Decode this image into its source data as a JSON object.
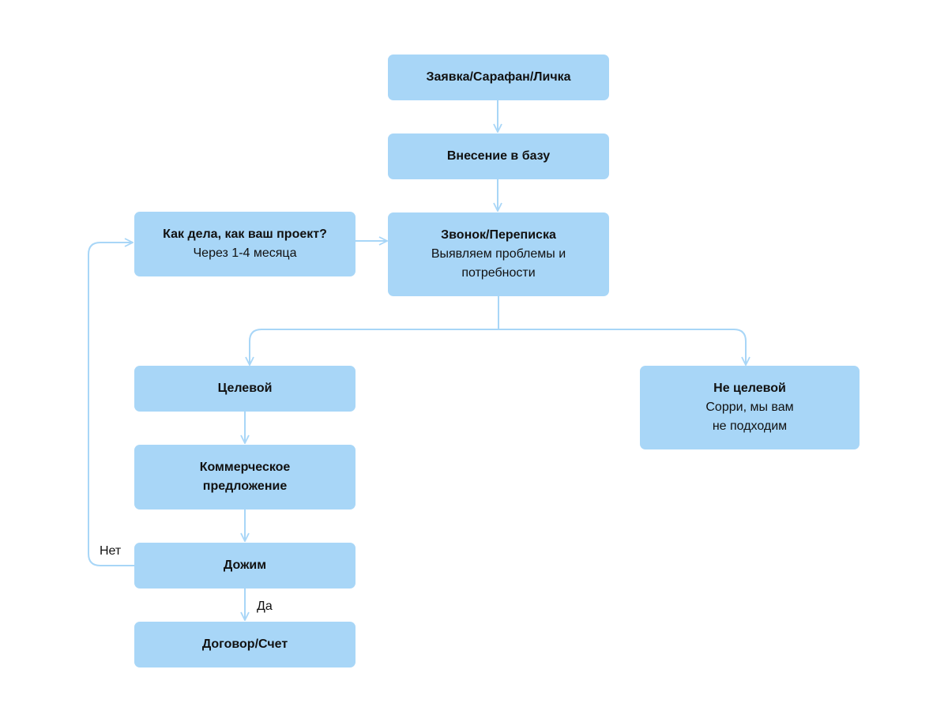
{
  "nodes": {
    "request": {
      "title": "Заявка/Сарафан/Личка"
    },
    "database": {
      "title": "Внесение в базу"
    },
    "call": {
      "title": "Звонок/Переписка",
      "subtitle_line1": "Выявляем проблемы и",
      "subtitle_line2": "потребности"
    },
    "followup": {
      "title": "Как дела, как ваш проект?",
      "subtitle": "Через 1-4 месяца"
    },
    "target": {
      "title": "Целевой"
    },
    "not_target": {
      "title": "Не целевой",
      "subtitle_line1": "Сорри, мы вам",
      "subtitle_line2": "не подходим"
    },
    "offer": {
      "title_line1": "Коммерческое",
      "title_line2": "предложение"
    },
    "push": {
      "title": "Дожим"
    },
    "contract": {
      "title": "Договор/Счет"
    }
  },
  "edge_labels": {
    "no": "Нет",
    "yes": "Да"
  },
  "colors": {
    "node_fill": "#a8d6f7",
    "connector": "#a8d6f7",
    "text": "#111111",
    "background": "#ffffff"
  }
}
